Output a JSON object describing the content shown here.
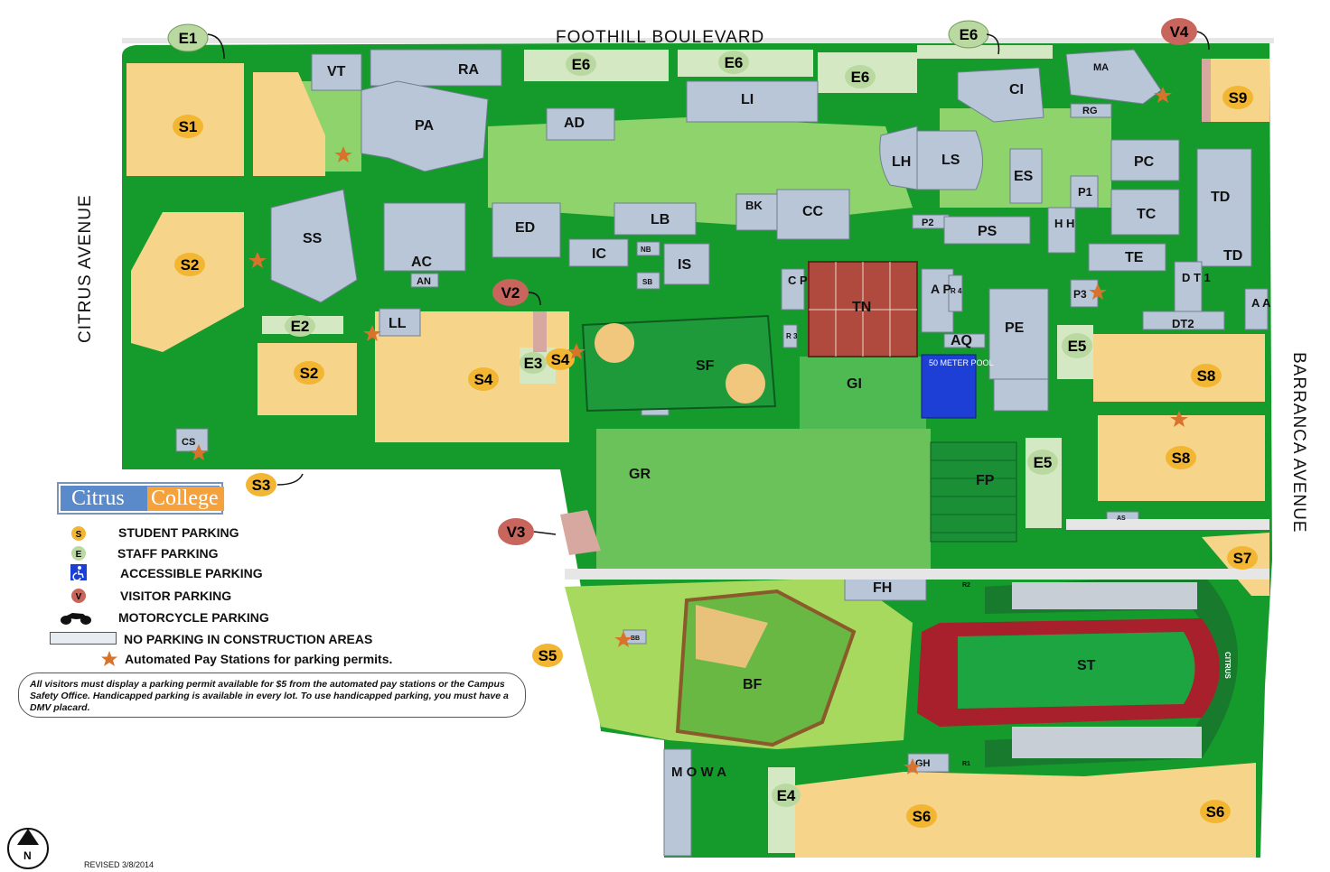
{
  "streets": {
    "top": "FOOTHILL BOULEVARD",
    "left": "CITRUS AVENUE",
    "right": "BARRANCA AVENUE"
  },
  "buildings": {
    "VT": "VT",
    "RA": "RA",
    "PA": "PA",
    "AD": "AD",
    "LI": "LI",
    "CI": "CI",
    "MA": "MA",
    "RG": "RG",
    "LH": "LH",
    "LS": "LS",
    "ES": "ES",
    "PC": "PC",
    "P1": "P1",
    "TC": "TC",
    "TD": "TD",
    "TD2": "TD",
    "SS": "SS",
    "AC": "AC",
    "AN": "AN",
    "ED": "ED",
    "IC": "IC",
    "NB": "NB",
    "SB": "SB",
    "IS": "IS",
    "LB": "LB",
    "BK": "BK",
    "CC": "CC",
    "P2": "P2",
    "PS": "PS",
    "HH": "H H",
    "TE": "TE",
    "DT1": "D T 1",
    "DT2": "DT2",
    "AA": "A A",
    "CP": "C P",
    "R3": "R 3",
    "TN": "TN",
    "AP": "A P",
    "R4": "R 4",
    "P3": "P3",
    "PE": "PE",
    "AQ": "AQ",
    "POOL": "50 METER POOL",
    "GI": "GI",
    "SF": "SF",
    "LL": "LL",
    "CS": "CS",
    "GR": "GR",
    "FP": "FP",
    "AS": "AS",
    "FH": "FH",
    "R2": "R2",
    "BB": "BB",
    "BF": "BF",
    "ST": "ST",
    "GH": "GH",
    "R1": "R1",
    "MOWA": "M O W A",
    "CITRUS_STADIUM": "CITRUS"
  },
  "lots": {
    "S1": "S1",
    "S2a": "S2",
    "S2b": "S2",
    "S3": "S3",
    "S4a": "S4",
    "S4b": "S4",
    "S5": "S5",
    "S6a": "S6",
    "S6b": "S6",
    "S7": "S7",
    "S8a": "S8",
    "S8b": "S8",
    "S9": "S9",
    "E1": "E1",
    "E2": "E2",
    "E3": "E3",
    "E4": "E4",
    "E5a": "E5",
    "E5b": "E5",
    "E6a": "E6",
    "E6b": "E6",
    "E6c": "E6",
    "E6d": "E6",
    "V2": "V2",
    "V3": "V3",
    "V4": "V4"
  },
  "legend": {
    "logo_part1": "Citrus",
    "logo_part2": "College",
    "student_icon": "S",
    "staff_icon": "E",
    "visitor_icon": "V",
    "student": "STUDENT PARKING",
    "staff": "STAFF PARKING",
    "accessible": "ACCESSIBLE PARKING",
    "visitor": "VISITOR PARKING",
    "motorcycle": "MOTORCYCLE PARKING",
    "construction": "NO PARKING IN CONSTRUCTION AREAS",
    "paystation": "Automated Pay Stations for parking permits."
  },
  "note": "All visitors must display a parking permit available for $5 from the automated pay stations or the Campus Safety Office. Handicapped parking is available in every lot. To use handicapped parking, you must have a DMV placard.",
  "north": "N",
  "revised": "REVISED     3/8/2014",
  "colors": {
    "campus_green": "#159a2c",
    "lawn": "#8ed36b",
    "building": "#b9c6d8",
    "student_lot": "#f6d48a",
    "student_badge": "#f2b632",
    "staff_badge": "#b9d9a0",
    "visitor_badge": "#c8655c",
    "track": "#a8202c",
    "pool": "#1d3fd6",
    "tennis": "#b04a3e",
    "star": "#d9732c"
  }
}
